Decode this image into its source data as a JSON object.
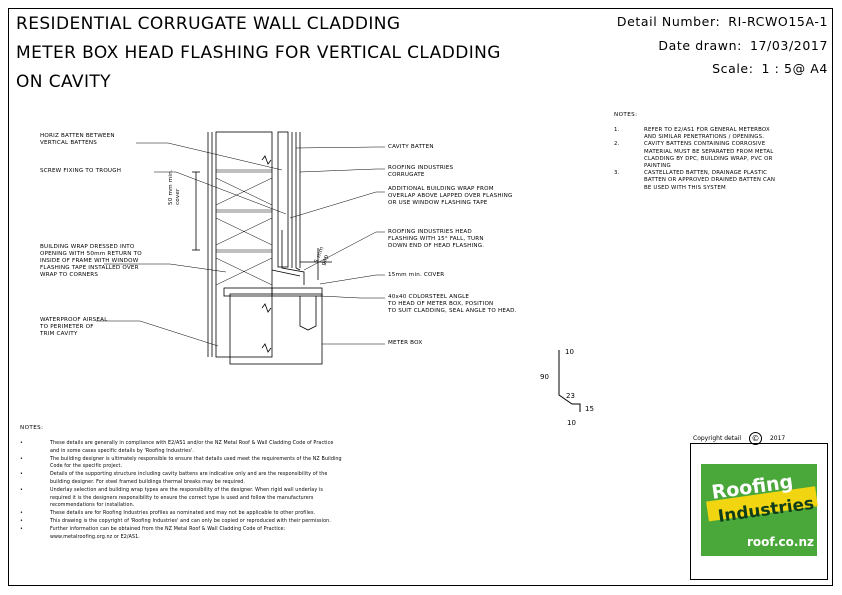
{
  "title": {
    "line1": "RESIDENTIAL CORRUGATE WALL CLADDING",
    "line2": "METER BOX HEAD FLASHING FOR VERTICAL CLADDING",
    "line3": "ON CAVITY"
  },
  "detail": {
    "number_label": "Detail Number:",
    "number_value": "RI-RCWO15A-1",
    "date_label": "Date drawn:",
    "date_value": "17/03/2017",
    "scale_label": "Scale:",
    "scale_value": "1 : 5@ A4"
  },
  "labels_left": {
    "horiz_batten": [
      "HORIZ BATTEN BETWEEN",
      "VERTICAL BATTENS"
    ],
    "screw_fixing": "SCREW FIXING TO TROUGH",
    "building_wrap": [
      "BUILDING WRAP DRESSED INTO",
      "OPENING WITH 50mm RETURN TO",
      "INSIDE OF FRAME WITH WINDOW",
      "FLASHING TAPE INSTALLED OVER",
      "WRAP TO CORNERS"
    ],
    "waterproof": [
      "WATERPROOF AIRSEAL",
      "TO PERIMETER OF",
      "TRIM CAVITY"
    ],
    "min_cover": [
      "50 mm min.",
      "cover"
    ]
  },
  "labels_right": {
    "cavity_batten": "CAVITY BATTEN",
    "roofing_corrugate": [
      "ROOFING INDUSTRIES",
      "CORRUGATE"
    ],
    "additional_wrap": [
      "ADDITIONAL BUILDING WRAP FROM",
      "OVERLAP ABOVE LAPPED OVER FLASHING",
      "OR USE WINDOW FLASHING TAPE"
    ],
    "head_flashing": [
      "ROOFING INDUSTRIES HEAD",
      "FLASHING WITH 15° FALL, TURN",
      "DOWN END OF HEAD FLASHING."
    ],
    "gap": [
      "5 mm",
      "gap"
    ],
    "cover": "15mm min. COVER",
    "angle": [
      "40x40 COLORSTEEL ANGLE",
      "TO HEAD OF METER BOX, POSITION",
      "TO SUIT CLADDING, SEAL ANGLE TO HEAD."
    ],
    "meter_box": "METER BOX"
  },
  "profile_dims": {
    "d1": "10",
    "d2": "90",
    "d3": "23",
    "d4": "15",
    "d5": "10"
  },
  "notes_right": {
    "header": "NOTES:",
    "items": [
      {
        "num": "1.",
        "text": [
          "REFER TO E2/AS1 FOR GENERAL METERBOX",
          "AND SIMILAR PENETRATIONS / OPENINGS."
        ]
      },
      {
        "num": "2.",
        "text": [
          "CAVITY BATTENS CONTAINING CORROSIVE",
          "MATERIAL MUST BE SEPARATED FROM METAL",
          "CLADDING BY DPC, BUILDING WRAP, PVC OR",
          "PAINTING"
        ]
      },
      {
        "num": "3.",
        "text": [
          "CASTELLATED BATTEN, DRAINAGE PLASTIC",
          "BATTEN OR APPROVED DRAINED BATTEN CAN",
          "BE USED WITH THIS SYSTEM"
        ]
      }
    ]
  },
  "notes_bottom": {
    "header": "NOTES:",
    "items": [
      [
        "These details are generally in compliance with E2/AS1 and/or the NZ Metal Roof & Wall Cladding Code of Practice",
        "and in some cases specific details by 'Roofing Industries'."
      ],
      [
        "The building designer is ultimately responsible to ensure that details used meet the requirements of the NZ Building",
        "Code for the specific project."
      ],
      [
        "Details of the supporting structure including cavity battens are indicative only and are the responsibility of the",
        "building designer. For steel framed buildings thermal breaks may be required."
      ],
      [
        "Underlay selection and building wrap types are the responsibility of the designer. When rigid wall underlay is",
        "required it is the designers responsibility to ensure the correct type is used and follow the manufacturers",
        "recommendations for installation."
      ],
      [
        "These details are for Roofing Industries profiles as nominated and may not be applicable to other profiles."
      ],
      [
        "This drawing is the copyright of 'Roofing Industries' and can only be copied or reproduced with their permission."
      ],
      [
        "Further information can be obtained from the NZ Metal Roof & Wall Cladding Code of Practice:",
        "www.metalroofing.org.nz or E2/AS1."
      ]
    ]
  },
  "copyright": {
    "label": "Copyright detail",
    "symbol": "©",
    "year": "2017"
  },
  "logo": {
    "word1": "Roofing",
    "word2": "Industries",
    "url": "roof.co.nz",
    "green": "#4aa83a",
    "yellow": "#f2d511"
  }
}
